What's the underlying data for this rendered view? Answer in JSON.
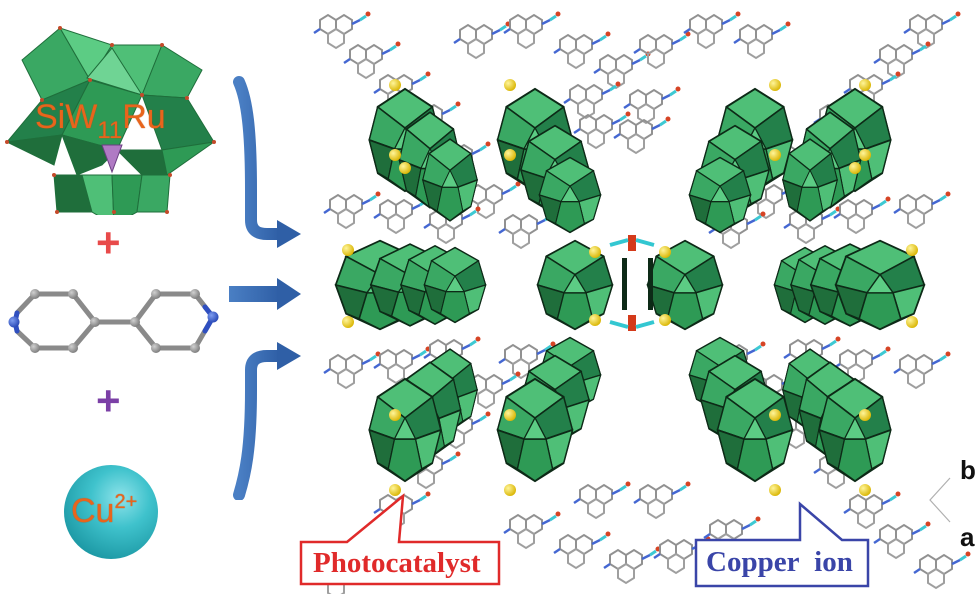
{
  "figure": {
    "reactants": {
      "polyoxometalate": {
        "label_main": "SiW",
        "label_sub": "11",
        "label_tail": "Ru"
      },
      "plus_1": "+",
      "linker": {
        "name": "4,4'-bipyridine",
        "atoms": {
          "nitrogen": "N",
          "carbon": "C"
        }
      },
      "plus_2": "+",
      "metal_ion": {
        "label_main": "Cu",
        "label_sup": "2+"
      }
    },
    "arrows": [
      "arrow-top",
      "arrow-middle",
      "arrow-bottom"
    ],
    "framework": {
      "callouts": {
        "photocatalyst": "Photocatalyst",
        "copper_ion": "Copper ion"
      },
      "axes": {
        "b": "b",
        "a": "a"
      }
    },
    "colors": {
      "polyhedra_green": "#2e9a55",
      "polyhedra_light": "#4fbf77",
      "polyhedra_dark": "#1f6e3b",
      "label_orange": "#e8651c",
      "plus_red": "#e84a4a",
      "plus_purple": "#7b3fa6",
      "arrow_blue": "#3a6db5",
      "copper_cyan": "#3fc2cc",
      "callout_red": "#e02a2a",
      "callout_blue": "#3a45a8",
      "carbon_gray": "#8c8c8c",
      "nitrogen_blue": "#3a5fd0",
      "oxygen_red": "#d43a1a",
      "copper_atom": "#33c7d1",
      "sulfur_yellow": "#f2d31a"
    }
  }
}
